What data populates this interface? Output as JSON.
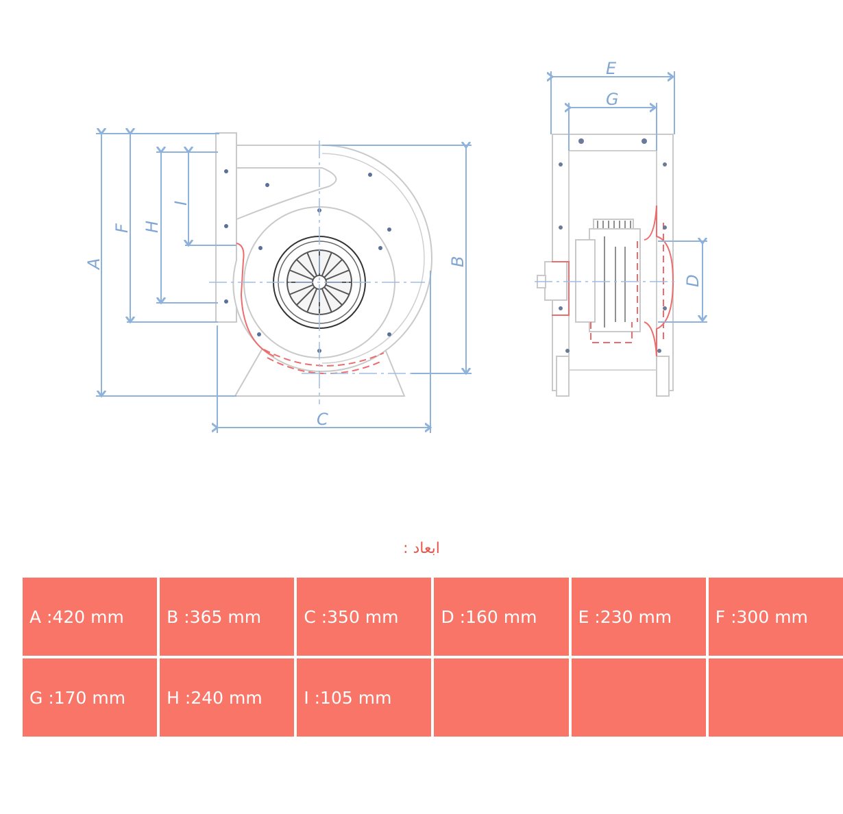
{
  "drawing": {
    "labels": {
      "A": "A",
      "B": "B",
      "C": "C",
      "D": "D",
      "E": "E",
      "F": "F",
      "G": "G",
      "H": "H",
      "I": "I"
    },
    "colors": {
      "dimension": "#8fb2dc",
      "outline": "#c9c9c9",
      "hidden_edges": "#ee6b6b"
    }
  },
  "section_title": "ابعاد :",
  "table": {
    "color": "#f87567",
    "rows": [
      [
        "A :420 mm",
        "B :365 mm",
        "C :350 mm",
        "D :160 mm",
        "E :230 mm",
        "F :300 mm"
      ],
      [
        "G :170 mm",
        "H :240 mm",
        "I :105 mm",
        "",
        "",
        ""
      ]
    ]
  }
}
